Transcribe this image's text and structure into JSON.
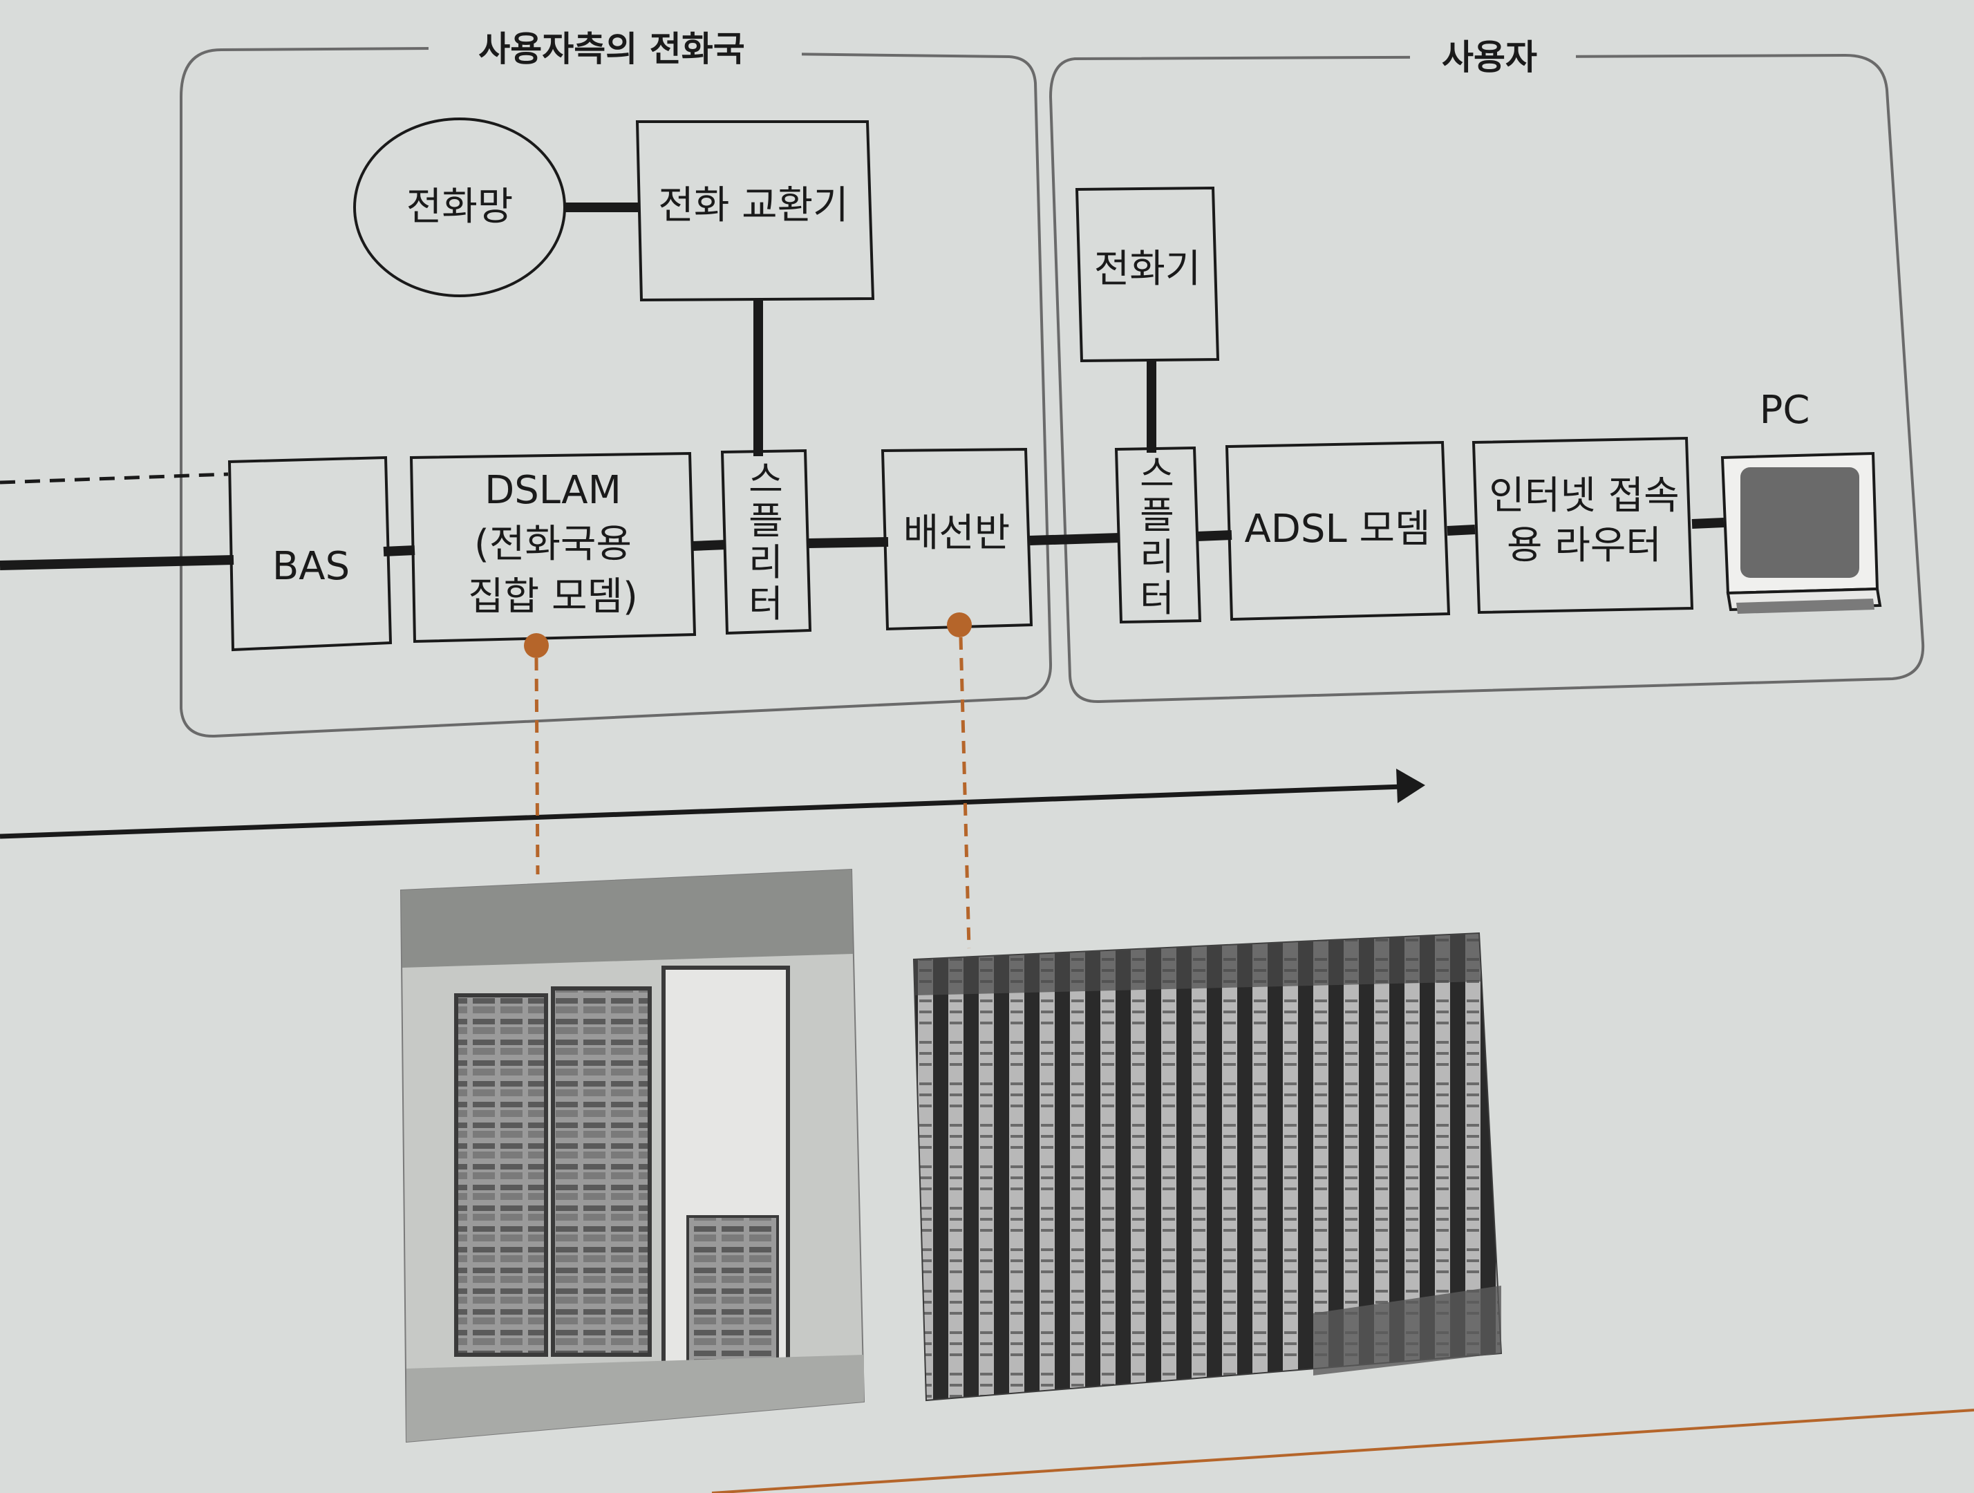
{
  "groups": {
    "office": "사용자측의 전화국",
    "user": "사용자"
  },
  "nodes": {
    "telephone_network": "전화망",
    "telephone_exchange": "전화 교환기",
    "telephone": "전화기",
    "bas": "BAS",
    "dslam_line1": "DSLAM",
    "dslam_line2": "(전화국용",
    "dslam_line3": "집합 모뎀)",
    "splitter_office": [
      "스",
      "플",
      "리",
      "터"
    ],
    "mdf": "배선반",
    "splitter_user": [
      "스",
      "플",
      "리",
      "터"
    ],
    "adsl_modem": "ADSL 모뎀",
    "router_line1": "인터넷 접속",
    "router_line2": "용 라우터",
    "pc": "PC"
  },
  "colors": {
    "background": "#d9dcda",
    "line": "#1a1a1a",
    "group_border": "#6a6a6a",
    "callout": "#b5652a"
  },
  "photos": {
    "left": "dslam-racks-photo",
    "right": "distribution-frame-photo"
  }
}
